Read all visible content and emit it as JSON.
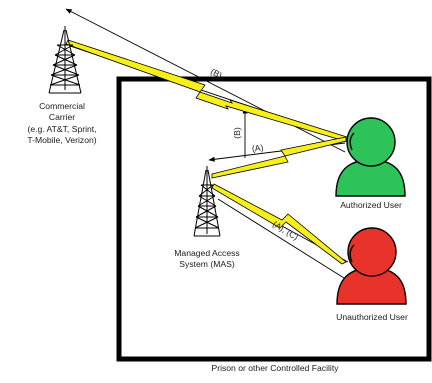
{
  "nodes": {
    "commercial_carrier": {
      "lines": [
        "Commercial",
        "Carrier",
        "(e.g. AT&T, Sprint,",
        "T-Mobile, Verizon)"
      ]
    },
    "mas": {
      "lines": [
        "Managed Access",
        "System (MAS)"
      ]
    },
    "authorized_user": {
      "label": "Authorized User",
      "color": "#2ec35a"
    },
    "unauthorized_user": {
      "label": "Unauthorized User",
      "color": "#e8332b"
    }
  },
  "facility": {
    "label": "Prison or other Controlled Facility"
  },
  "links": {
    "b_top": "(B)",
    "b_vertical": "(B)",
    "a_mid": "(A)",
    "ac": "(A), (C)"
  },
  "colors": {
    "lightning": "#f7ef1a",
    "outline": "#000000"
  }
}
